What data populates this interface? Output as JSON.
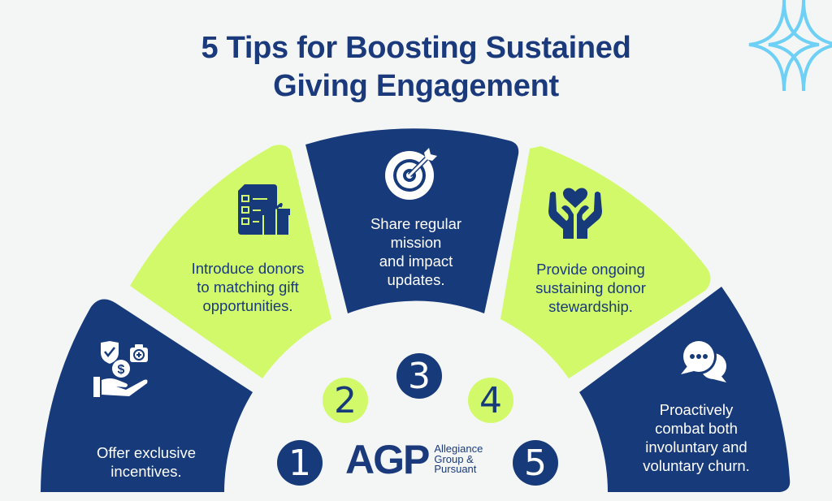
{
  "title": {
    "line1": "5 Tips for Boosting Sustained",
    "line2": "Giving Engagement"
  },
  "colors": {
    "navy": "#173a7b",
    "lime": "#d2f96a",
    "background": "#f4f6f6",
    "sparkle": "#6fd0f5"
  },
  "tips": [
    {
      "number": "1",
      "icon": "hand-coin-shield-briefcase-icon",
      "lines": [
        "Offer exclusive",
        "incentives."
      ],
      "color": "navy"
    },
    {
      "number": "2",
      "icon": "checklist-gift-icon",
      "lines": [
        "Introduce donors",
        "to matching gift",
        "opportunities."
      ],
      "color": "lime"
    },
    {
      "number": "3",
      "icon": "target-arrow-icon",
      "lines": [
        "Share regular",
        "mission",
        "and impact",
        "updates."
      ],
      "color": "navy"
    },
    {
      "number": "4",
      "icon": "hands-heart-icon",
      "lines": [
        "Provide ongoing",
        "sustaining donor",
        "stewardship."
      ],
      "color": "lime"
    },
    {
      "number": "5",
      "icon": "chat-bubbles-icon",
      "lines": [
        "Proactively",
        "combat both",
        "involuntary and",
        "voluntary churn."
      ],
      "color": "navy"
    }
  ],
  "logo": {
    "mark": "AGP",
    "line1": "Allegiance",
    "line2": "Group &",
    "line3": "Pursuant"
  }
}
